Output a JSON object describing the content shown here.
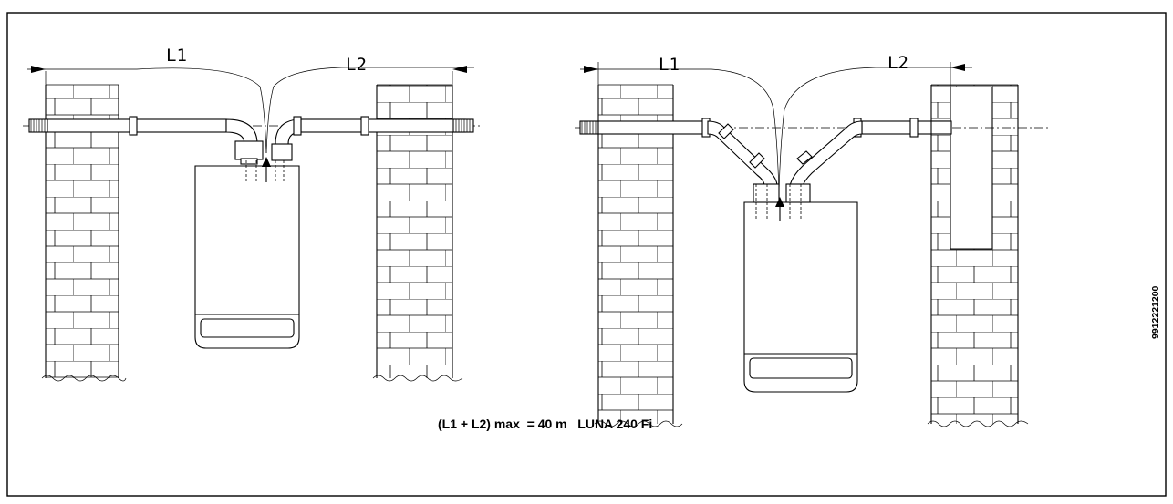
{
  "labels": {
    "left_l1": "L1",
    "left_l2": "L2",
    "right_l1": "L1",
    "right_l2": "L2"
  },
  "caption": "(L1 + L2) max  = 40 m   LUNA 240 Fi",
  "drawing_code": "9912221200"
}
